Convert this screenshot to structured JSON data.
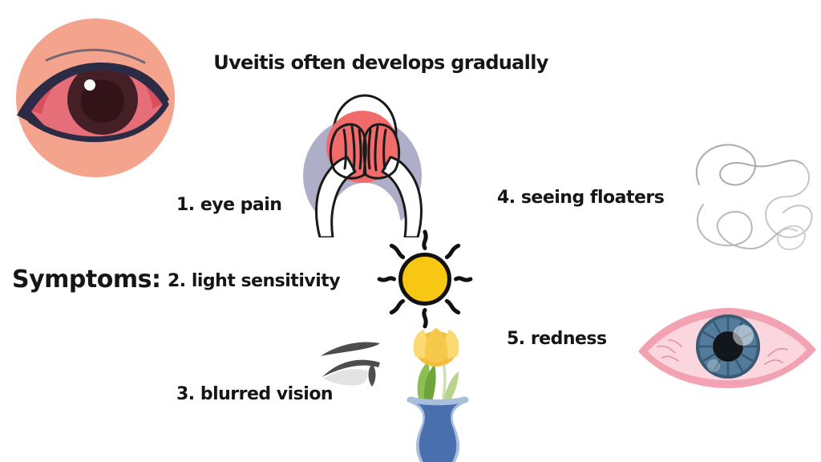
{
  "title": "Uveitis often develops gradually",
  "symptoms_heading": "Symptoms:",
  "symptoms": [
    {
      "id": 1,
      "label": "1. eye pain",
      "icon": "person-covering-face-icon"
    },
    {
      "id": 2,
      "label": "2. light sensitivity",
      "icon": "sun-icon"
    },
    {
      "id": 3,
      "label": "3. blurred vision",
      "icon": "squinting-eye-icon"
    },
    {
      "id": 4,
      "label": "4. seeing floaters",
      "icon": "floaters-squiggle-icon"
    },
    {
      "id": 5,
      "label": "5. redness",
      "icon": "bloodshot-eye-icon"
    }
  ],
  "illustrations": [
    "inflamed-red-eye-illustration",
    "person-covering-face-illustration",
    "sun-illustration",
    "squinting-eye-illustration",
    "floaters-squiggle-illustration",
    "bloodshot-eye-illustration",
    "tulip-vase-illustration"
  ],
  "colors": {
    "background": "#FFFFFF",
    "text": "#161616",
    "skin_salmon": "#F4A48D",
    "eyelid_navy": "#2B2B45",
    "sclera_red": "#E56E79",
    "iris_maroon": "#451F26",
    "pain_red": "#F16B6B",
    "halo_lavender": "#AFAEC8",
    "sun_yellow": "#F8C713",
    "floater_gray": "#B9B9B9",
    "pink_eye_outer": "#F2A2B2",
    "pink_eye_inner": "#FBD6DE",
    "iris_blue": "#527B9C",
    "vase_blue": "#4A6FAE",
    "vase_blue_light": "#A9BDDC",
    "tulip_yellow": "#F6C94B",
    "leaf_green": "#8CBF4F"
  }
}
